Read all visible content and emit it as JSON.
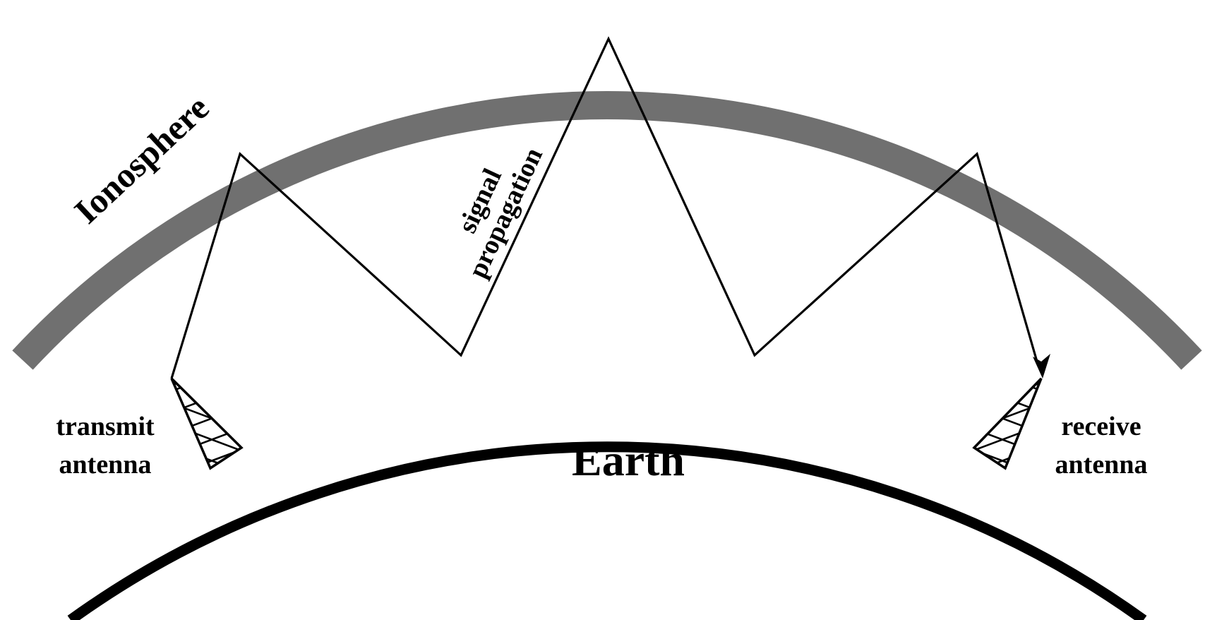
{
  "labels": {
    "ionosphere": "Ionosphere",
    "signal_line1": "signal",
    "signal_line2": "propagation",
    "earth": "Earth",
    "transmit_line1": "transmit",
    "transmit_line2": "antenna",
    "receive_line1": "receive",
    "receive_line2": "antenna"
  },
  "colors": {
    "ionosphere": "#707070",
    "earth": "#000000",
    "signal": "#000000"
  },
  "icons": {
    "transmit_antenna": "lattice-tower-icon",
    "receive_antenna": "lattice-tower-icon",
    "arrowhead": "arrowhead-icon"
  }
}
